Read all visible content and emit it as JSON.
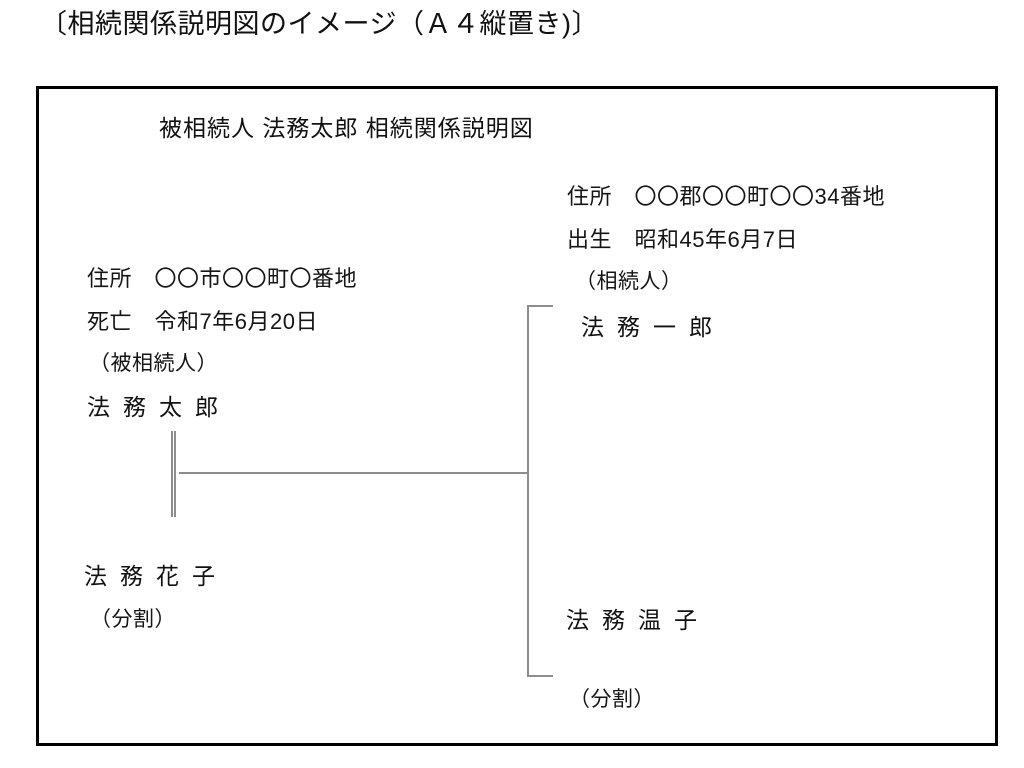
{
  "page": {
    "heading": "〔相続関係説明図のイメージ（Ａ４縦置き)〕"
  },
  "sheet": {
    "diagram_title": "被相続人 法務太郎 相続関係説明図",
    "persons": [
      {
        "id": "decedent",
        "address": "住所　〇〇市〇〇町〇番地",
        "event": "死亡　令和7年6月20日",
        "role": "（被相続人）",
        "name": "法務太郎"
      },
      {
        "id": "heir-ichiro",
        "address": "住所　〇〇郡〇〇町〇〇34番地",
        "event": "出生　昭和45年6月7日",
        "role": "（相続人）",
        "name": "法務一郎"
      },
      {
        "id": "hanako",
        "name": "法務花子",
        "role": "（分割）"
      },
      {
        "id": "atsuko",
        "name": "法務温子",
        "role": "（分割）"
      }
    ],
    "connectors": {
      "marriage_line": "marriage-double-line",
      "descent_line": "descent-horizontal-line",
      "children_bracket": "children-bracket"
    }
  },
  "colors": {
    "frame": "#000000",
    "connector": "#8d8d8d",
    "text": "#111111",
    "background": "#ffffff"
  }
}
